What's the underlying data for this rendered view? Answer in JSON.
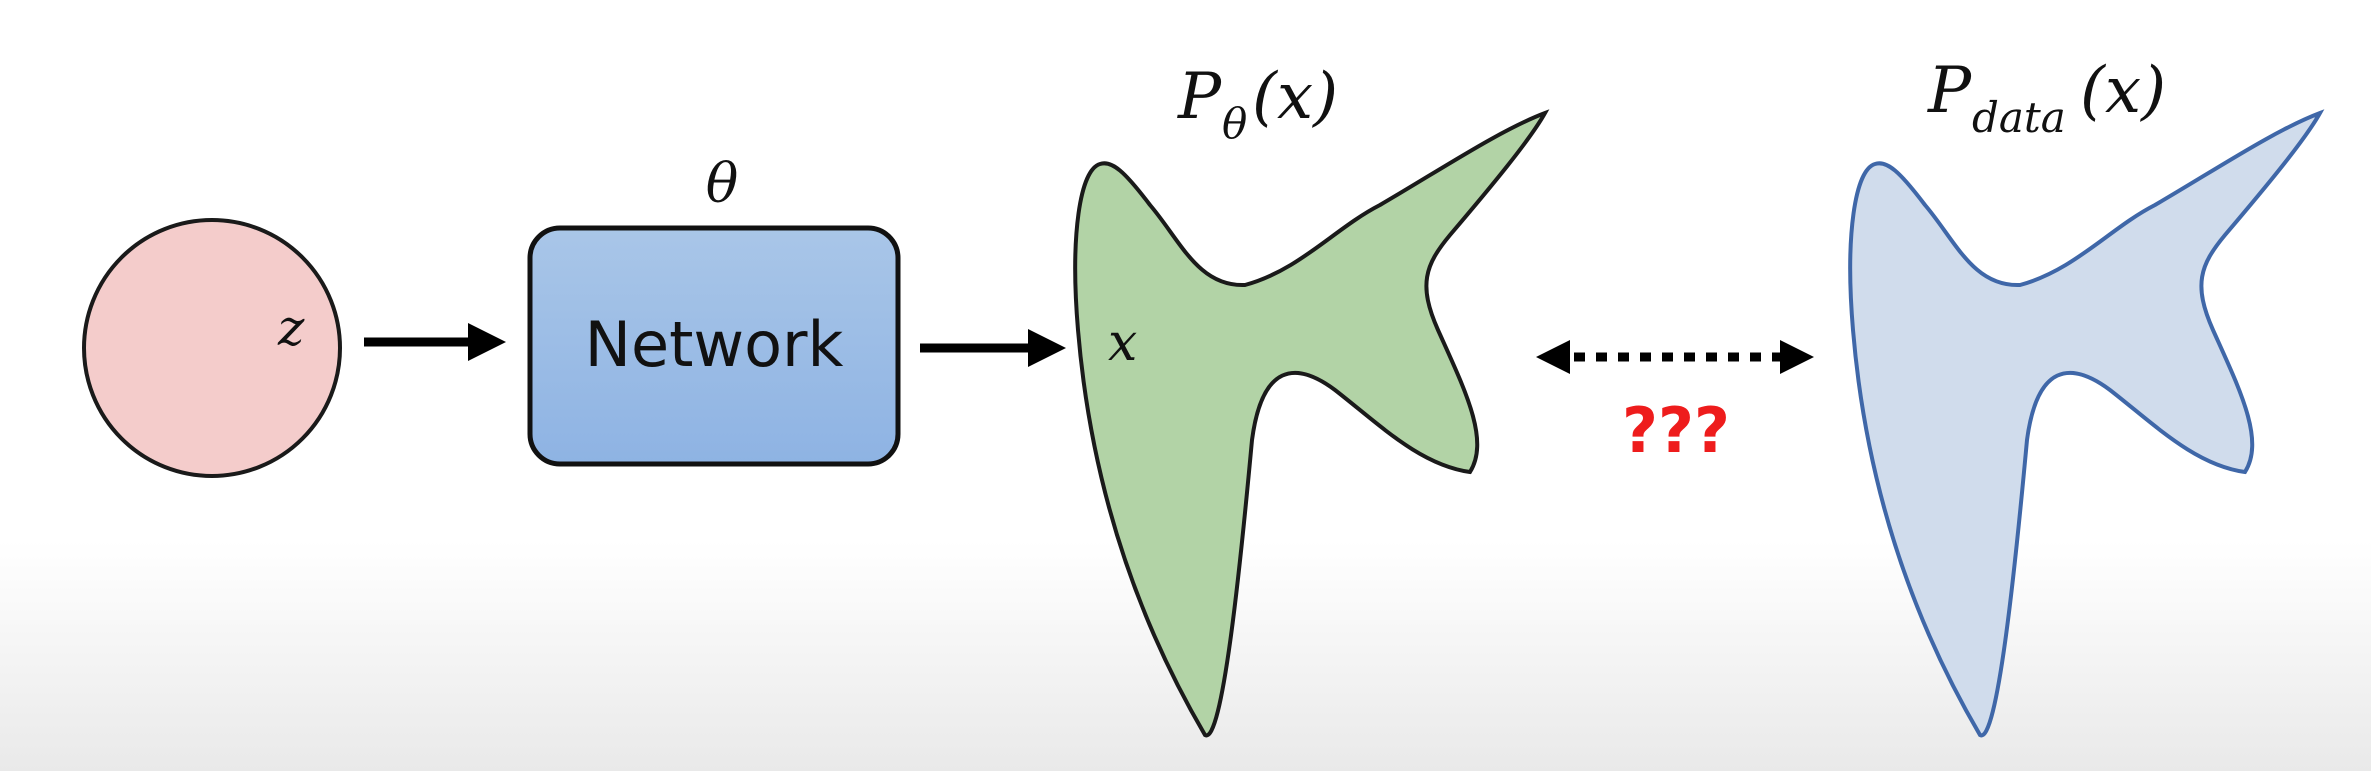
{
  "latent": {
    "variable": "z",
    "fill_color": "#f4cccb"
  },
  "network": {
    "label": "Network",
    "parameter": "θ",
    "fill_top": "#a9c6e8",
    "fill_bottom": "#8eb3e3"
  },
  "model_distribution": {
    "symbol": "P",
    "subscript": "θ",
    "argument": "(x)",
    "sample": "x",
    "fill_color": "#b2d3a6",
    "stroke_color": "#1a1a1a"
  },
  "data_distribution": {
    "symbol": "P",
    "subscript": "data",
    "argument": "(x)",
    "fill_color": "#d0dcec",
    "stroke_color": "#3f67a8"
  },
  "comparison": {
    "label": "???",
    "label_color": "#ee1c1c"
  }
}
